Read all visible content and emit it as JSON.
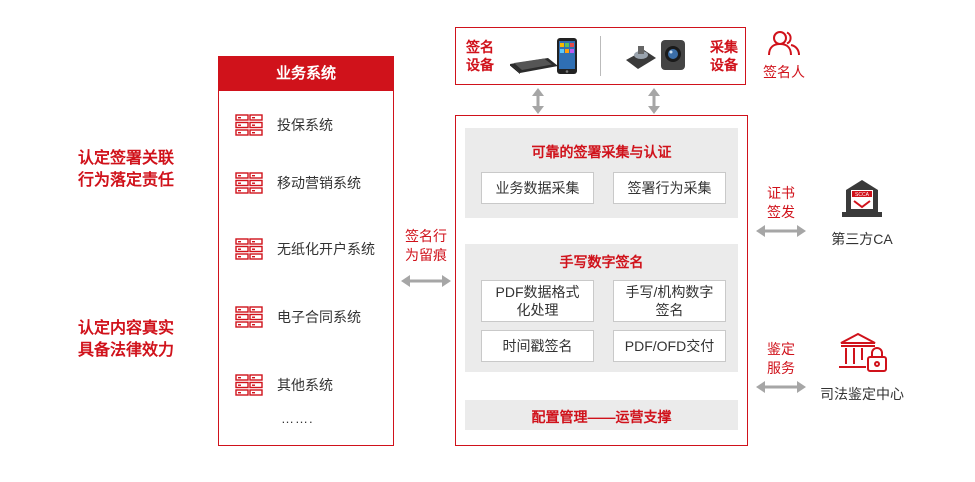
{
  "left_slogans": {
    "top": [
      "认定签署关联",
      "行为落定责任"
    ],
    "bottom": [
      "认定内容真实",
      "具备法律效力"
    ]
  },
  "business": {
    "title": "业务系统",
    "items": [
      "投保系统",
      "移动营销系统",
      "无纸化开户系统",
      "电子合同系统",
      "其他系统"
    ],
    "ellipsis": "……."
  },
  "middle_label": [
    "签名行",
    "为留痕"
  ],
  "devices": {
    "sign_label": [
      "签名",
      "设备"
    ],
    "collect_label": [
      "采集",
      "设备"
    ],
    "signer": "签名人"
  },
  "main": {
    "section1": {
      "title": "可靠的签署采集与认证",
      "boxes": [
        "业务数据采集",
        "签署行为采集"
      ]
    },
    "section2": {
      "title": "手写数字签名",
      "boxes": [
        "PDF数据格式\n化处理",
        "手写/机构数字\n签名",
        "时间戳签名",
        "PDF/OFD交付"
      ]
    },
    "section3": {
      "title": "配置管理——运营支撑"
    }
  },
  "right": {
    "cert_label": [
      "证书",
      "签发"
    ],
    "ca_name": "第三方CA",
    "ca_badge": "SCCA",
    "appraisal_label": [
      "鉴定",
      "服务"
    ],
    "judicial_name": "司法鉴定中心"
  },
  "colors": {
    "brand_red": "#d0121b",
    "grey_panel": "#ebebeb",
    "arrow_grey": "#a6a6a6"
  }
}
